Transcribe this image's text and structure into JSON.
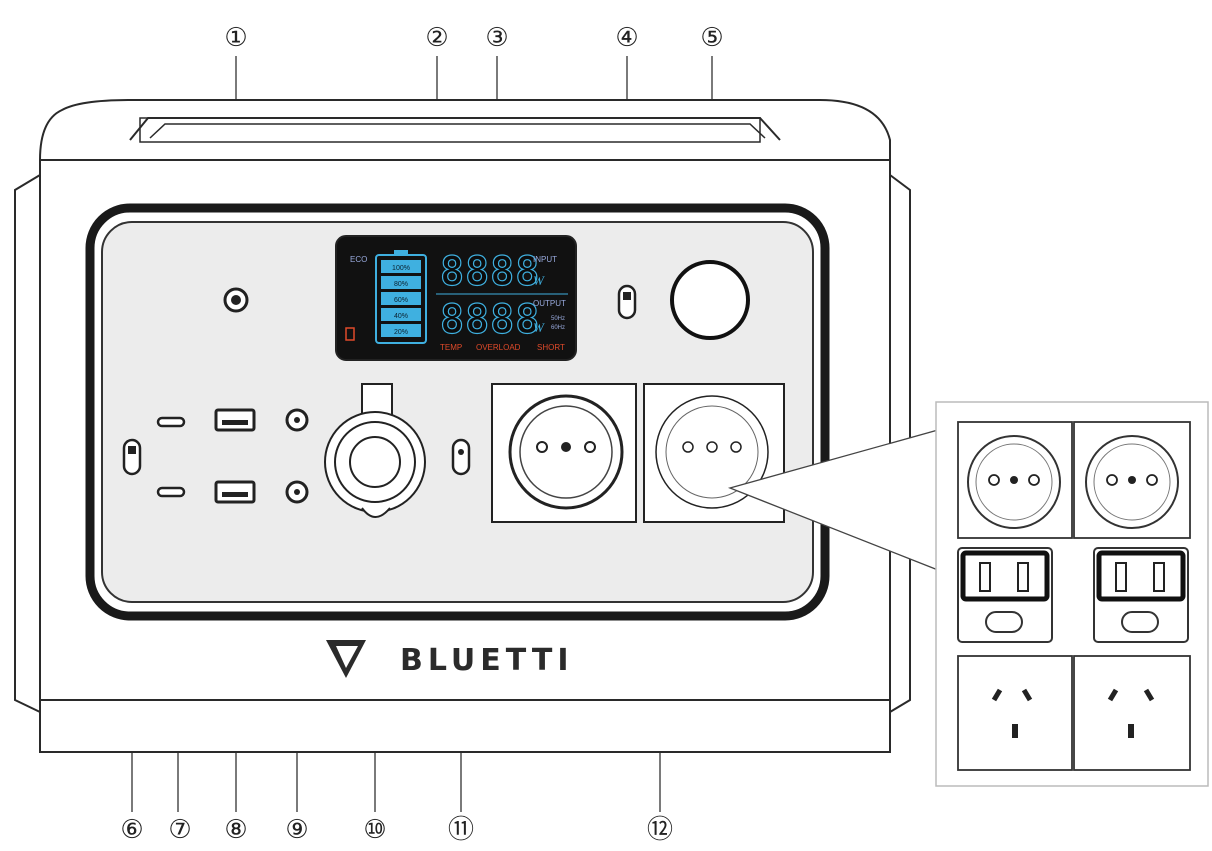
{
  "callouts": [
    "①",
    "②",
    "③",
    "④",
    "⑤",
    "⑥",
    "⑦",
    "⑧",
    "⑨",
    "⑩",
    "⑪",
    "⑫"
  ],
  "brand": {
    "name": "BLUETTI"
  },
  "lcd": {
    "eco_label": "ECO",
    "battery_levels": [
      "100%",
      "80%",
      "60%",
      "40%",
      "20%"
    ],
    "input_value": "8888",
    "input_label": "INPUT",
    "input_unit": "W",
    "output_value": "8888",
    "output_label": "OUTPUT",
    "output_unit": "W",
    "freq_50": "50Hz",
    "freq_60": "60Hz",
    "warn_temp": "TEMP",
    "warn_overload": "OVERLOAD",
    "warn_short": "SHORT"
  },
  "colors": {
    "outline": "#2a2a2a",
    "panel": "#ececec",
    "lcd_bg": "#111111",
    "lcd_accent": "#3fb0e0",
    "lcd_warn": "#e04a2a"
  }
}
